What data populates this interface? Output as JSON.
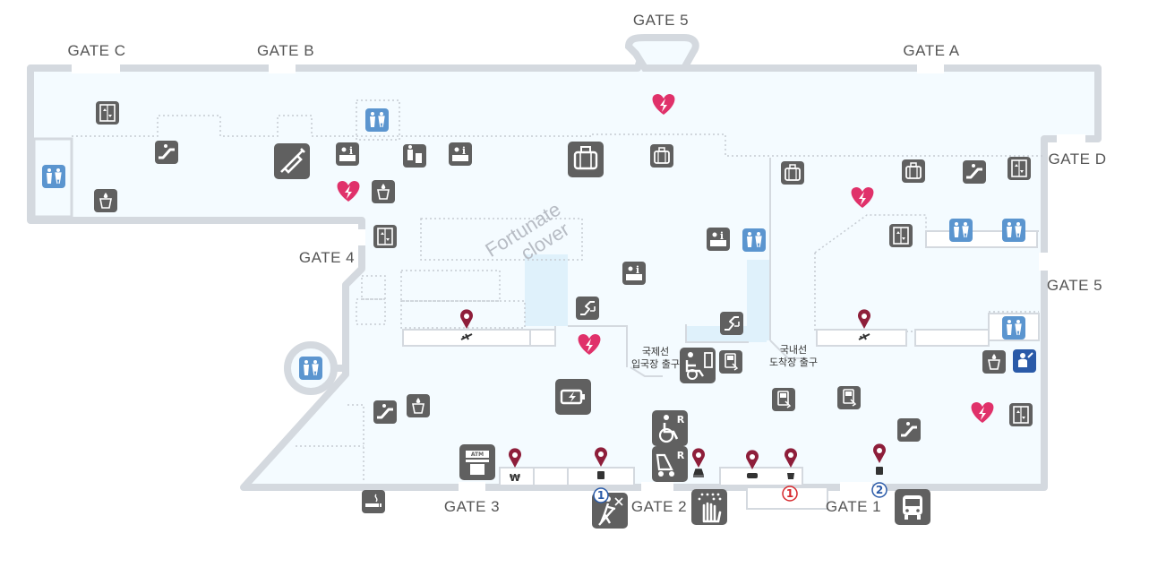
{
  "colors": {
    "wall": "#d4d9df",
    "floor": "#f4fbff",
    "highlight": "#dff1fb",
    "icon_dark": "#606060",
    "icon_blue": "#5b95cf",
    "icon_navy": "#2a5aa8",
    "heart": "#e0316a",
    "pin": "#8e1e3a",
    "badge_blue": "#2a5aa8",
    "badge_red": "#d6282c"
  },
  "gates": {
    "gate_c": "GATE C",
    "gate_b": "GATE B",
    "gate_5_top": "GATE 5",
    "gate_a": "GATE A",
    "gate_d": "GATE D",
    "gate_4": "GATE 4",
    "gate_5_right": "GATE 5",
    "gate_3": "GATE 3",
    "gate_2": "GATE 2",
    "gate_1": "GATE 1"
  },
  "labels": {
    "brand_line1": "Fortunate",
    "brand_line2": "clover",
    "intl_exit_line1": "국제선",
    "intl_exit_line2": "입국장 출구",
    "dom_exit_line1": "국내선",
    "dom_exit_line2": "도착장 출구"
  },
  "badges": {
    "b1_left": "1",
    "b1_red": "1",
    "b2": "2"
  },
  "icons": {
    "elevator": "elevator-icon",
    "escalator": "escalator-icon",
    "restroom": "restroom-icon",
    "nursing": "nursing-room-icon",
    "water": "drinking-water-icon",
    "locker": "locker-icon",
    "info": "information-desk-icon",
    "clinic": "vaccination-icon",
    "aed": "aed-heart-icon",
    "charging": "charging-station-icon",
    "atm": "atm-icon",
    "pin": "location-pin-icon",
    "wheelchair_rental": "wheelchair-rental-icon",
    "stroller_rental": "stroller-rental-icon",
    "wheelchair_lift": "wheelchair-lift-icon",
    "kiosk": "kiosk-icon",
    "smoking": "smoking-room-icon",
    "bus": "bus-icon",
    "blind_guide": "visually-impaired-guide-icon",
    "braille": "braille-touch-icon",
    "rail": "airport-rail-icon"
  }
}
